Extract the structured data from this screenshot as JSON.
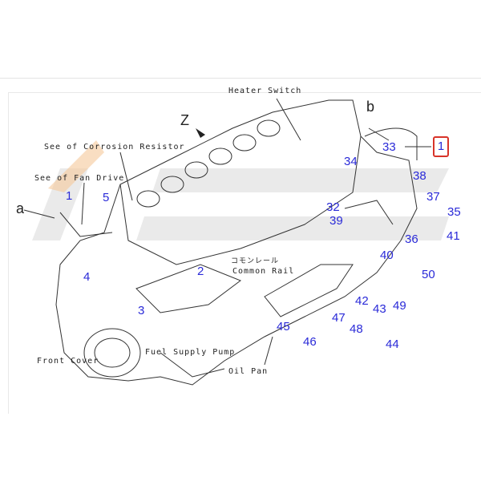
{
  "captions": {
    "heater_switch": "Heater Switch",
    "corrosion_resistor": "See of Corrosion Resistor",
    "fan_drive": "See of Fan Drive",
    "common_rail_jp": "コモンレール",
    "common_rail": "Common Rail",
    "front_cover": "Front Cover",
    "fuel_supply_pump": "Fuel Supply Pump",
    "oil_pan": "Oil Pan"
  },
  "view_markers": {
    "z": "Z",
    "a": "a",
    "b": "b"
  },
  "selected_part": "1",
  "part_numbers": [
    "1",
    "2",
    "3",
    "4",
    "5",
    "32",
    "33",
    "34",
    "35",
    "36",
    "37",
    "38",
    "39",
    "40",
    "41",
    "42",
    "43",
    "44",
    "45",
    "46",
    "47",
    "48",
    "49",
    "50"
  ],
  "colors": {
    "callout": "#2a2ad8",
    "selected_border": "#d8342a"
  }
}
